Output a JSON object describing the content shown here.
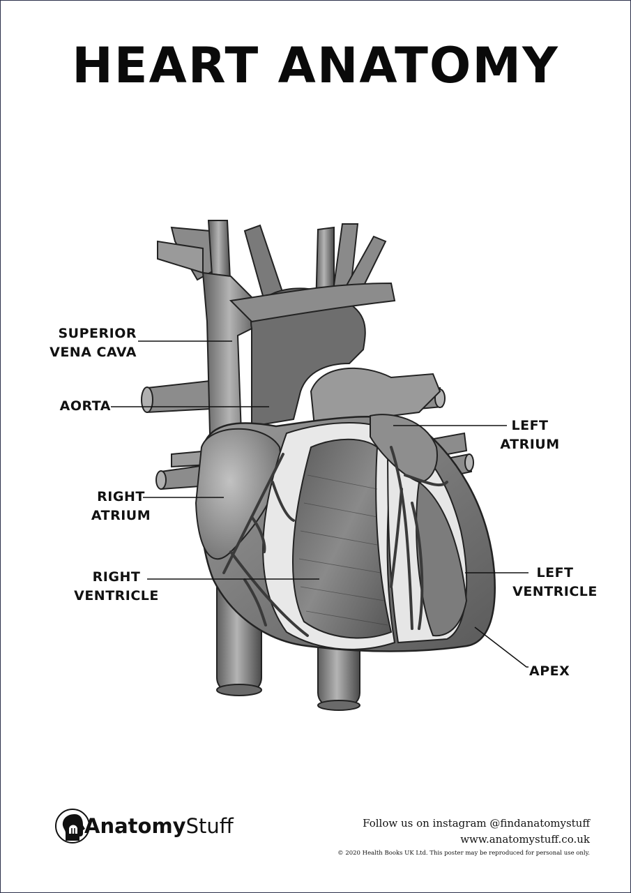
{
  "title": "HEART ANATOMY",
  "labels": {
    "superior_vena_cava": [
      "SUPERIOR",
      "VENA CAVA"
    ],
    "aorta": [
      "AORTA"
    ],
    "right_atrium": [
      "RIGHT",
      "ATRIUM"
    ],
    "right_ventricle": [
      "RIGHT",
      "VENTRICLE"
    ],
    "left_atrium": [
      "LEFT",
      "ATRIUM"
    ],
    "left_ventricle": [
      "LEFT",
      "VENTRICLE"
    ],
    "apex": [
      "APEX"
    ]
  },
  "brand": {
    "name_bold": "Anatomy",
    "name_light": "Stuff"
  },
  "footer": {
    "instagram": "Follow us on instagram @findanatomystuff",
    "website": "www.anatomystuff.co.uk",
    "copyright": "© 2020 Health Books UK Ltd. This poster may be reproduced for personal use only."
  },
  "colors": {
    "border": "#2b2f4a",
    "text": "#111111"
  }
}
